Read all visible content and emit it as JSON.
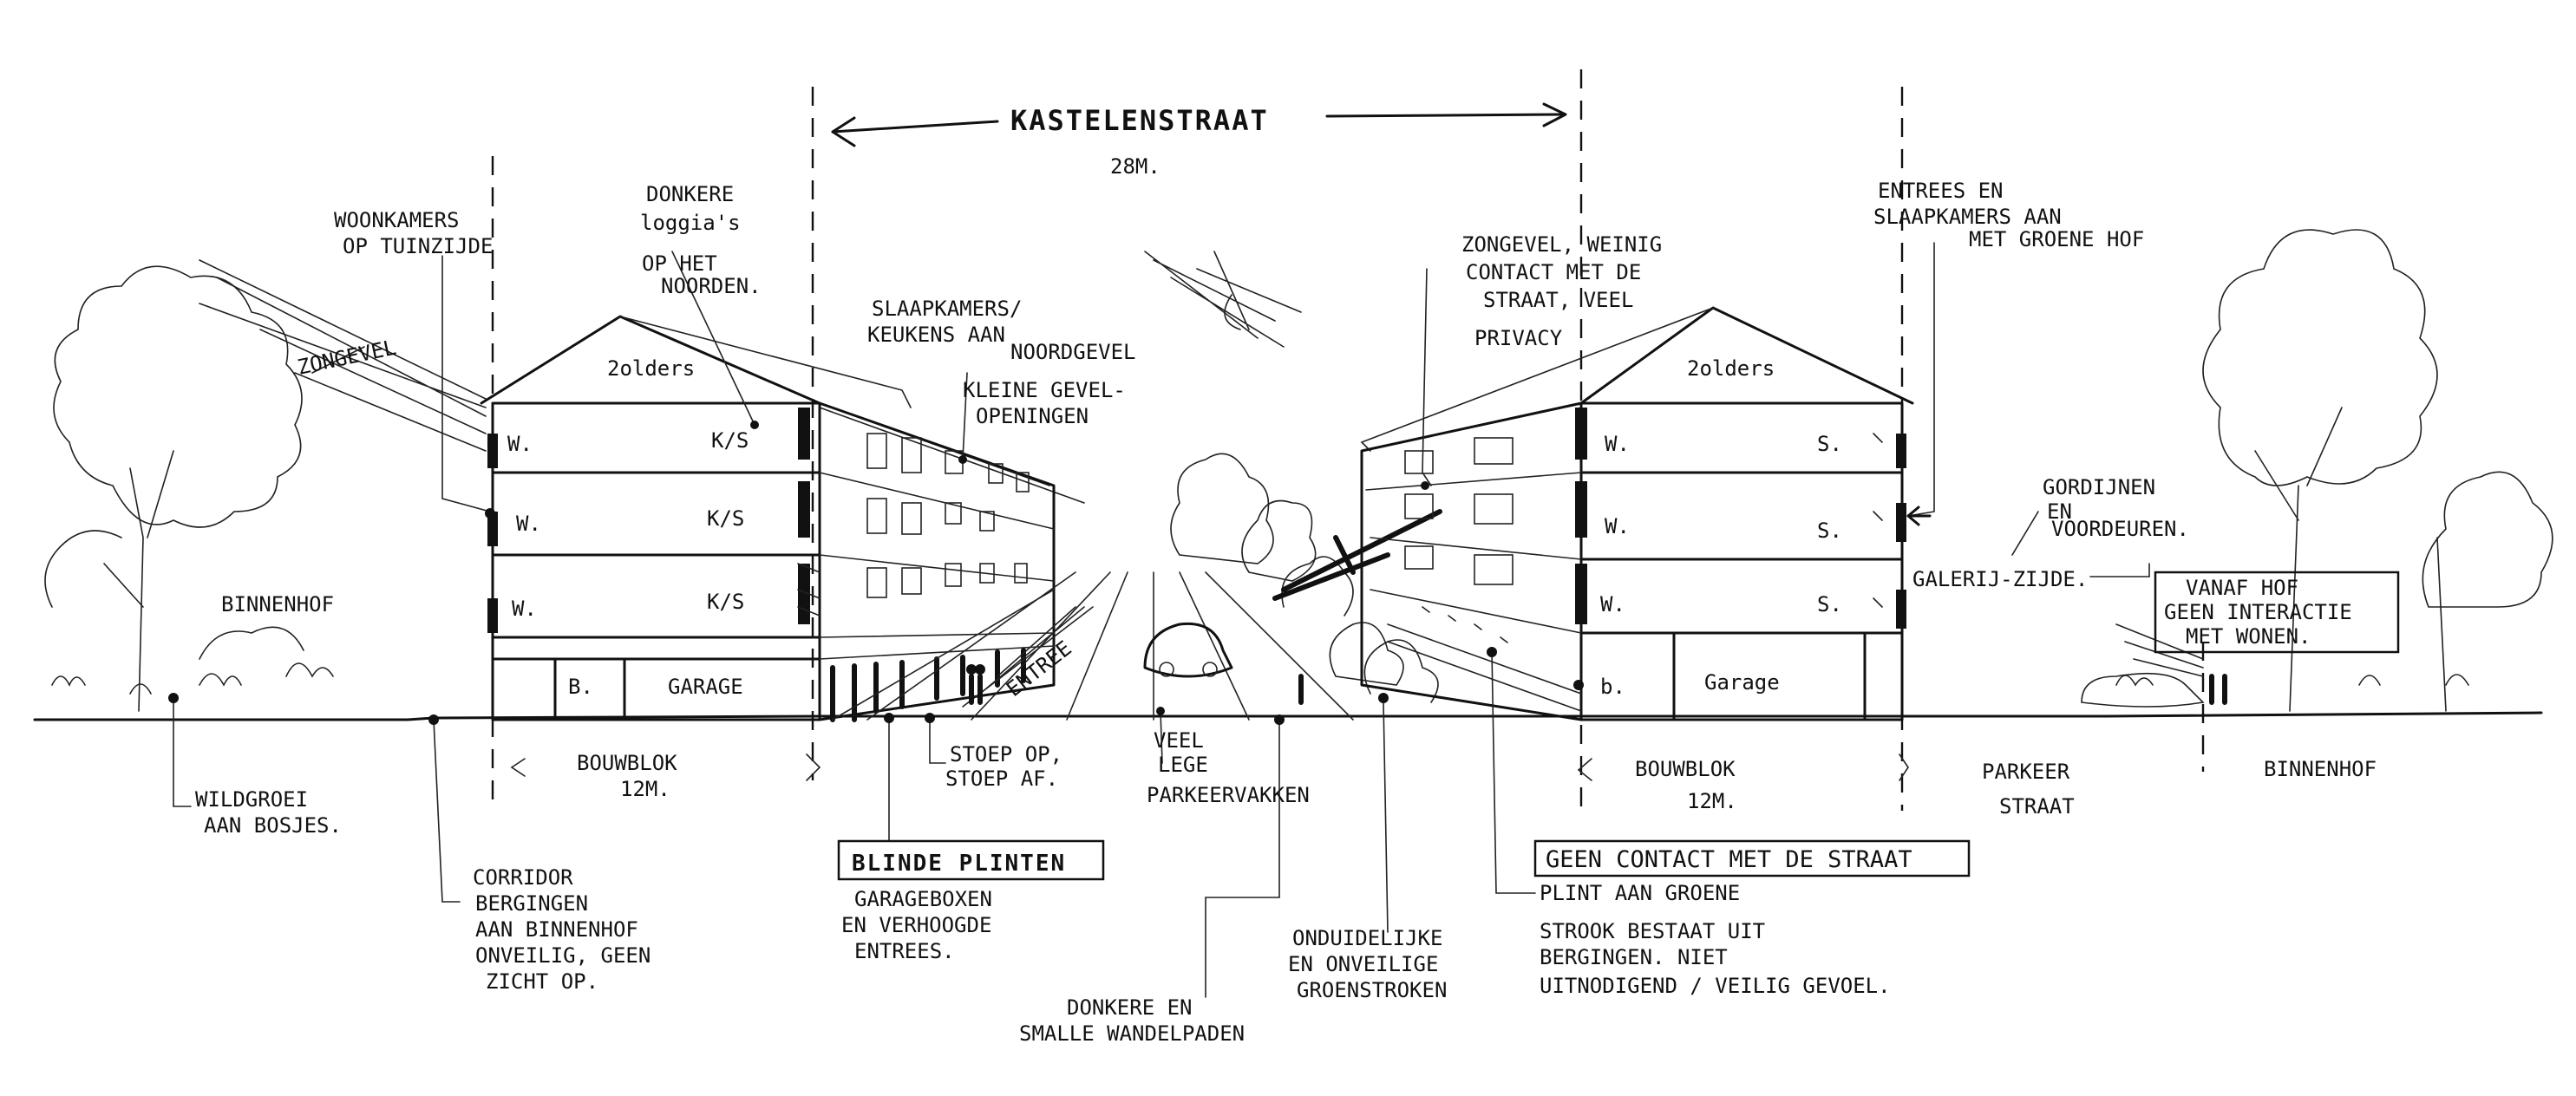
{
  "street": {
    "name": "KASTELENSTRAAT",
    "width": "28M."
  },
  "left_block": {
    "rooms_upper": [
      "W.",
      "W.",
      "W."
    ],
    "rooms_kitchen": [
      "K/S",
      "K/S",
      "K/S"
    ],
    "attic": "2olders",
    "ground_b": "B.",
    "ground_garage": "GARAGE"
  },
  "right_block": {
    "rooms_w": [
      "W.",
      "W.",
      "W."
    ],
    "rooms_s": [
      "S.",
      "S.",
      "S."
    ],
    "attic": "2olders",
    "ground_b": "b.",
    "ground_garage": "Garage"
  },
  "dimensions": {
    "left_block_label": "BOUWBLOK",
    "left_block_width": "12M.",
    "right_block_label": "BOUWBLOK",
    "right_block_width": "12M."
  },
  "zones": {
    "parkeer_line1": "PARKEER",
    "parkeer_line2": "STRAAT",
    "binnenhof_left": "BINNENHOF",
    "binnenhof_right": "BINNENHOF",
    "entree": "ENTREE"
  },
  "annotations": {
    "woonkamers": [
      "WOONKAMERS",
      "OP TUINZIJDE"
    ],
    "zongevel_left": "ZONGEVEL",
    "donkere_loggias": [
      "DONKERE",
      "loggia's",
      "OP HET",
      "NOORDEN."
    ],
    "slaapkamers": [
      "SLAAPKAMERS/",
      "KEUKENS AAN",
      "NOORDGEVEL"
    ],
    "kleine_gevel": [
      "KLEINE GEVEL-",
      "OPENINGEN"
    ],
    "zongevel_right": [
      "ZONGEVEL, WEINIG",
      "CONTACT MET DE",
      "STRAAT, VEEL",
      "PRIVACY"
    ],
    "entrees": [
      "ENTREES EN",
      "SLAAPKAMERS AAN",
      "MET GROENE HOF"
    ],
    "gordijnen": [
      "GORDIJNEN",
      "EN",
      "VOORDEUREN."
    ],
    "galerij": "GALERIJ-ZIJDE.",
    "vanaf_hof": [
      "VANAF HOF",
      "GEEN INTERACTIE",
      "MET WONEN."
    ],
    "wildgroei": [
      "WILDGROEI",
      "AAN BOSJES."
    ],
    "corridor": [
      "CORRIDOR",
      "BERGINGEN",
      "AAN BINNENHOF",
      "ONVEILIG, GEEN",
      "ZICHT OP."
    ],
    "blinde_plinten_title": "BLINDE PLINTEN",
    "blinde_plinten": [
      "GARAGEBOXEN",
      "EN VERHOOGDE",
      "ENTREES."
    ],
    "stoep": [
      "STOEP OP,",
      "STOEP AF."
    ],
    "veel_lege": [
      "VEEL",
      "LEGE",
      "PARKEERVAKKEN"
    ],
    "onduidelijke": [
      "ONDUIDELIJKE",
      "EN ONVEILIGE",
      "GROENSTROKEN"
    ],
    "donkere_paden": [
      "DONKERE EN",
      "SMALLE WANDELPADEN"
    ],
    "geen_contact_title": "GEEN CONTACT MET DE STRAAT",
    "geen_contact": [
      "PLINT AAN GROENE",
      "STROOK BESTAAT UIT",
      "BERGINGEN. NIET",
      "UITNODIGEND / VEILIG GEVOEL."
    ]
  }
}
